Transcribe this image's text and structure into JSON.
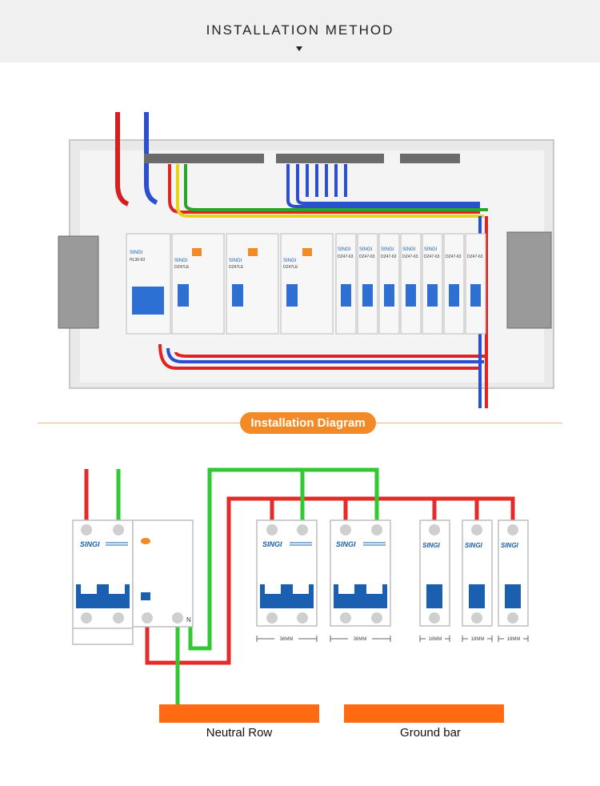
{
  "header": {
    "title": "INSTALLATION METHOD"
  },
  "photo": {
    "brand_labels": [
      "SINGI",
      "SINGI",
      "SINGI",
      "SINGI",
      "SINGI",
      "SINGI",
      "SINGI",
      "SINGI",
      "SINGI"
    ],
    "model_labels": [
      "HL30-63",
      "DZ47LE",
      "DZ47LE",
      "DZ47LE",
      "DZ47-63",
      "DZ47-63",
      "DZ47-63",
      "DZ47-63",
      "DZ47-63",
      "DZ47-63",
      "DZ47-63"
    ]
  },
  "section": {
    "diagram_title": "Installation Diagram"
  },
  "diagram": {
    "breaker_brand": "SINGI",
    "neutral_marker": "N",
    "widths": [
      "36MM",
      "36MM",
      "18MM",
      "18MM",
      "18MM"
    ],
    "neutral_label": "Neutral Row",
    "ground_label": "Ground bar",
    "colors": {
      "live": "#e52a2a",
      "neutral": "#32c832",
      "bar": "#ff6a13",
      "toggle": "#1a5fb0"
    }
  }
}
